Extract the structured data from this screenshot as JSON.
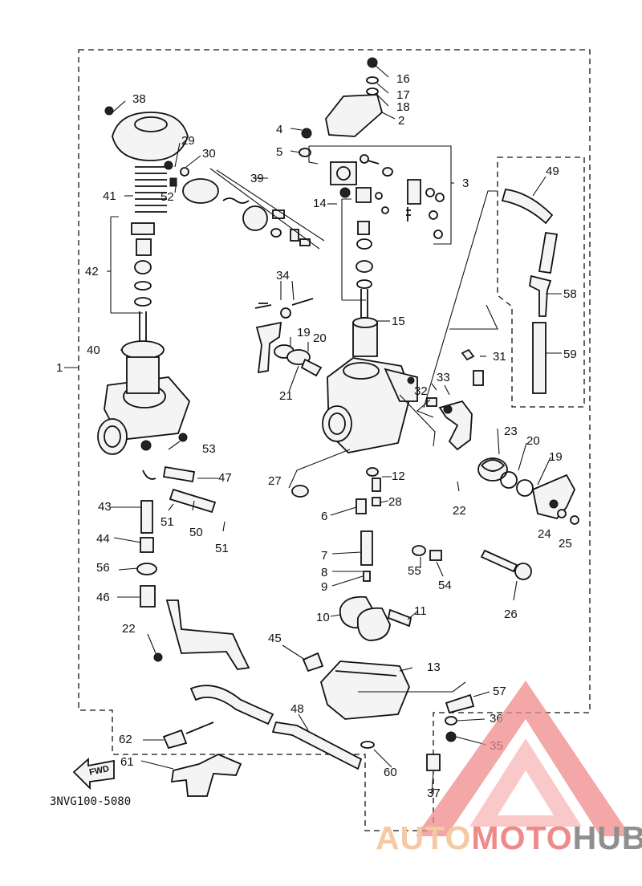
{
  "diagram": {
    "code": "3NVG100-5080",
    "fwd_label": "FWD",
    "part_numbers": [
      "1",
      "2",
      "3",
      "4",
      "5",
      "6",
      "7",
      "8",
      "9",
      "10",
      "11",
      "12",
      "13",
      "14",
      "15",
      "16",
      "17",
      "18",
      "19",
      "20",
      "21",
      "22",
      "23",
      "24",
      "25",
      "26",
      "27",
      "28",
      "29",
      "30",
      "31",
      "32",
      "33",
      "34",
      "35",
      "36",
      "37",
      "38",
      "39",
      "40",
      "41",
      "42",
      "43",
      "44",
      "45",
      "46",
      "47",
      "48",
      "49",
      "50",
      "51",
      "52",
      "53",
      "54",
      "55",
      "56",
      "57",
      "58",
      "59",
      "60",
      "61",
      "62"
    ],
    "extra_labels": [
      "19",
      "20",
      "22",
      "51"
    ]
  },
  "watermark": {
    "text_part1": "AUTO",
    "text_part2": "MOTO",
    "text_part3": "HUB",
    "color_light": "#f5c9a3",
    "color_brand": "#f08a8a",
    "color_dark": "#8f8f8f"
  }
}
